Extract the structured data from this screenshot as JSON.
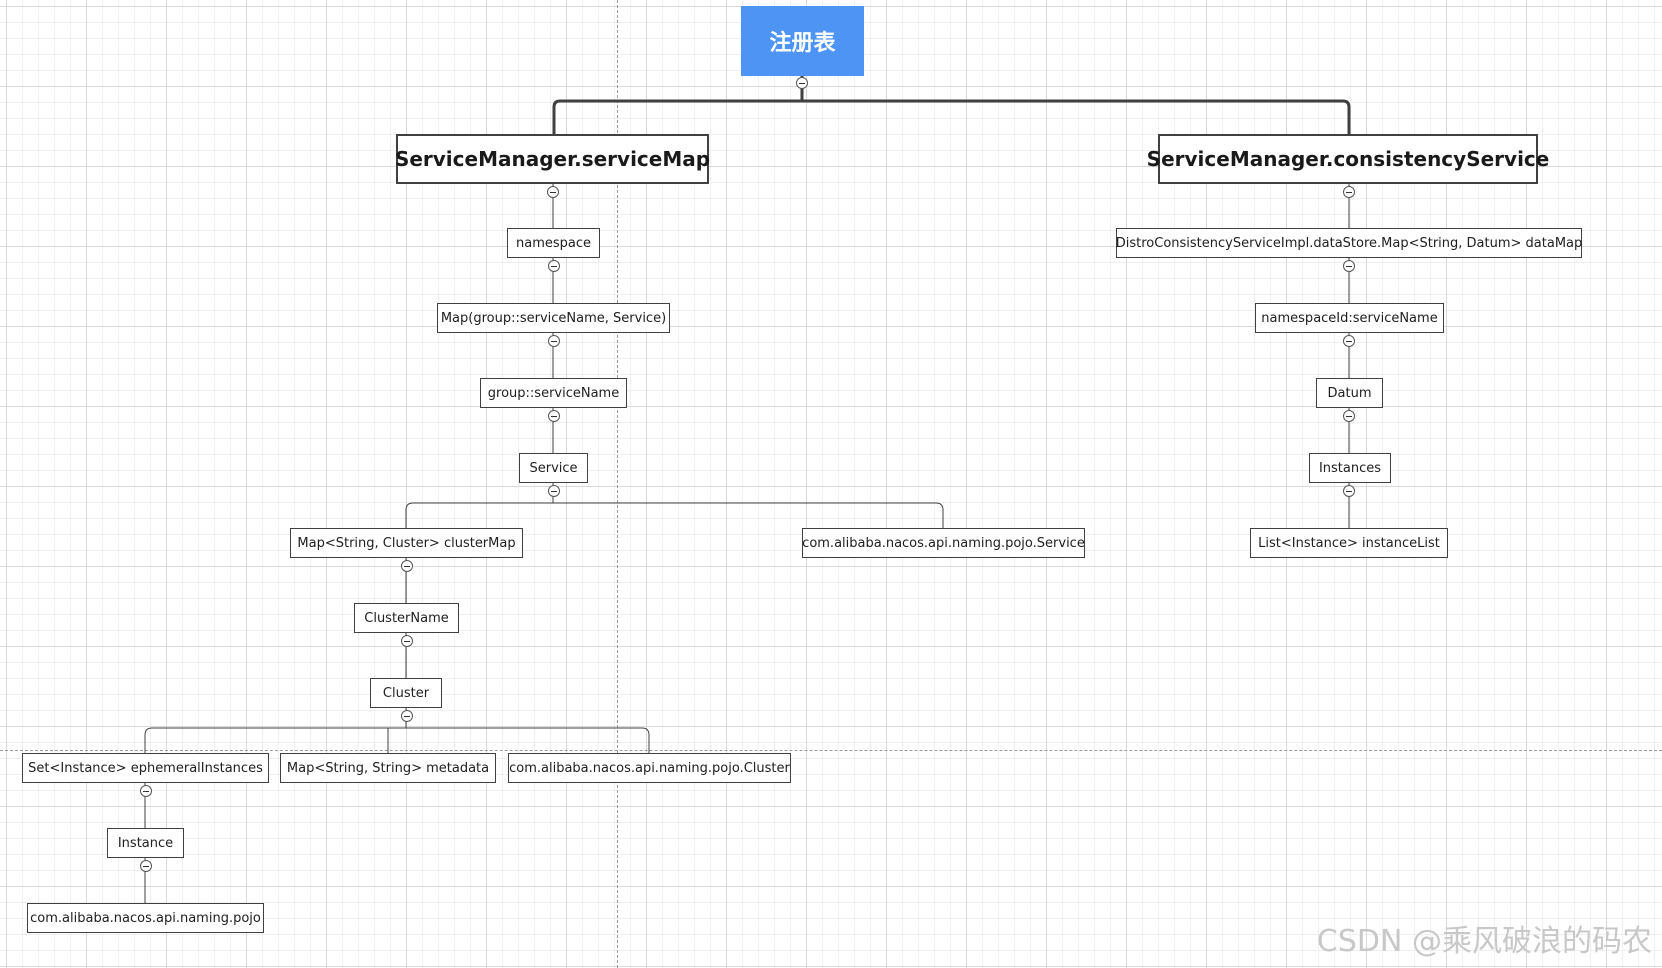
{
  "diagram": {
    "root": "注册表",
    "left": {
      "title": "ServiceManager.serviceMap",
      "namespace": "namespace",
      "map_group": "Map(group::serviceName, Service)",
      "group_service_name": "group::serviceName",
      "service": "Service",
      "cluster_map": "Map<String, Cluster> clusterMap",
      "pojo_service": "com.alibaba.nacos.api.naming.pojo.Service",
      "cluster_name": "ClusterName",
      "cluster": "Cluster",
      "ephemeral_instances": "Set<Instance> ephemeralInstances",
      "metadata": "Map<String, String> metadata",
      "pojo_cluster": "com.alibaba.nacos.api.naming.pojo.Cluster",
      "instance": "Instance",
      "pojo": "com.alibaba.nacos.api.naming.pojo"
    },
    "right": {
      "title": "ServiceManager.consistencyService",
      "data_map": "DistroConsistencyServiceImpl.dataStore.Map<String, Datum> dataMap",
      "namespace_service_name": "namespaceId:serviceName",
      "datum": "Datum",
      "instances": "Instances",
      "instance_list": "List<Instance> instanceList"
    }
  },
  "watermark": "CSDN @乘风破浪的码农",
  "colors": {
    "root_fill": "#4e94f5",
    "border": "#404040",
    "connector": "#404040"
  }
}
